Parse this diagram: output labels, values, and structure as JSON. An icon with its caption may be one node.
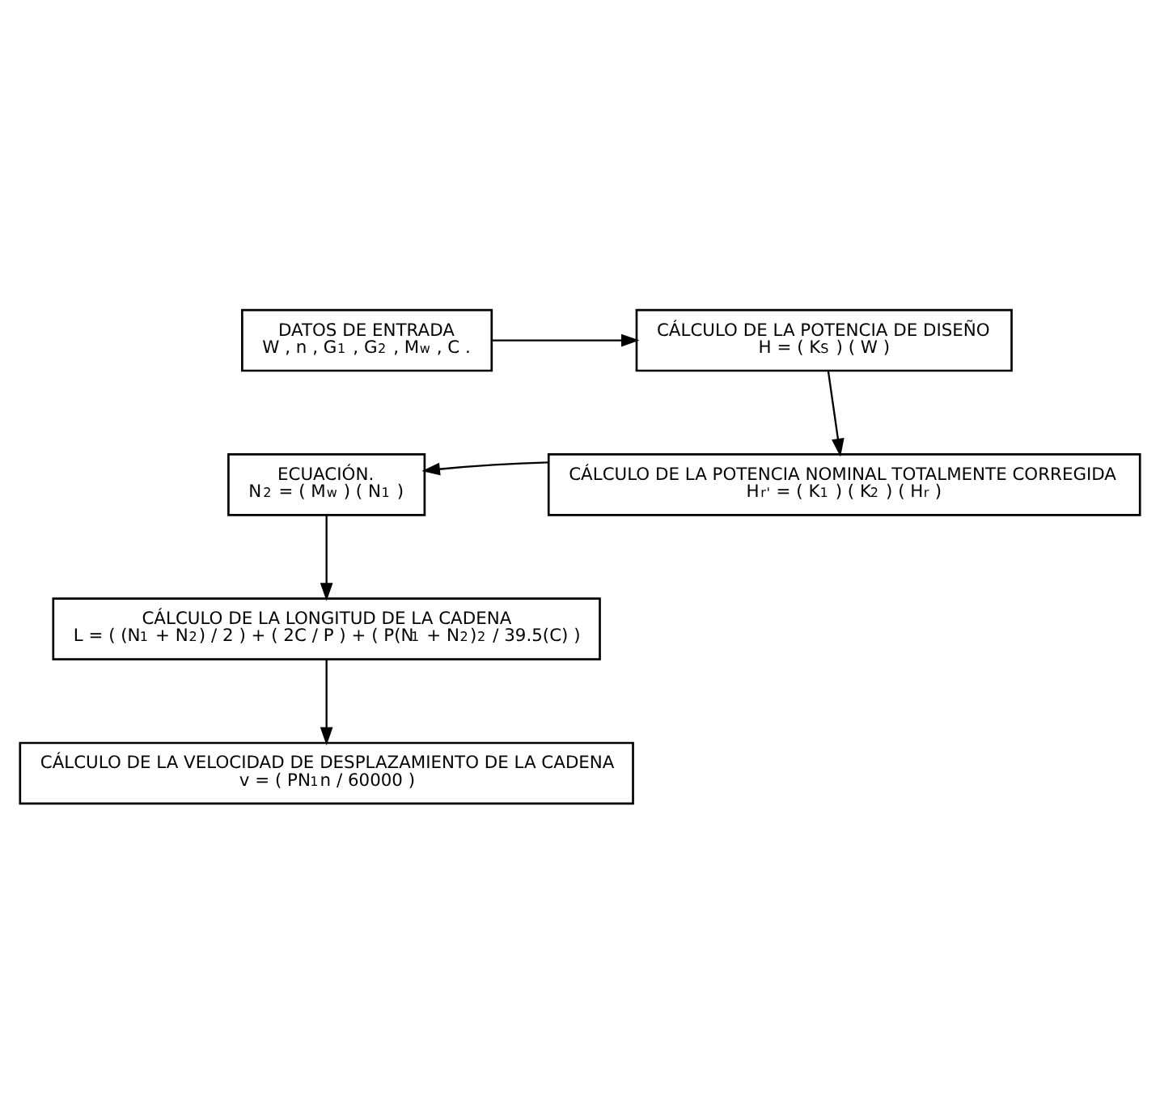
{
  "diagram": {
    "nodes": [
      {
        "text": [
          "DATOS DE ENTRADA",
          "W , n , G$_{1}$ , G$_{2}$ , M$_{w}$ , C ."
        ]
      },
      {
        "text": [
          "CÁLCULO DE LA POTENCIA DE DISEÑO",
          "H = ( K$_{S}$ ) ( W )"
        ]
      },
      {
        "text": [
          "CÁLCULO DE LA POTENCIA NOMINAL TOTALMENTE CORREGIDA",
          "H$_{r}$$^{'}$ = ( K$_{1}$ ) ( K$_{2}$ ) ( H$_{r}$ )"
        ]
      },
      {
        "text": [
          "ECUACIÓN.",
          "N$_{2}$ = ( M$_{w}$ ) ( N$_{1}$ )"
        ]
      },
      {
        "text": [
          "CÁLCULO DE LA LONGITUD DE LA CADENA",
          "L = ( (N$_{1}$ + N$_{2}$) / 2 ) + ( 2C / P ) + ( P(N$_{1}$ + N$_{2}$)$^{2}$ / 39.5(C) )"
        ]
      },
      {
        "text": [
          "CÁLCULO DE LA VELOCIDAD DE DESPLAZAMIENTO DE LA CADENA",
          "v = ( PN$_{1}$n / 60000 )"
        ]
      }
    ],
    "edges": [
      {
        "from": 0,
        "to": 1,
        "arrow": "to"
      },
      {
        "from": 1,
        "to": 2,
        "arrow": "to"
      },
      {
        "from": 2,
        "to": 3,
        "arrow": "to"
      },
      {
        "from": 3,
        "to": 4,
        "arrow": "to"
      },
      {
        "from": 4,
        "to": 5,
        "arrow": "to"
      }
    ]
  }
}
